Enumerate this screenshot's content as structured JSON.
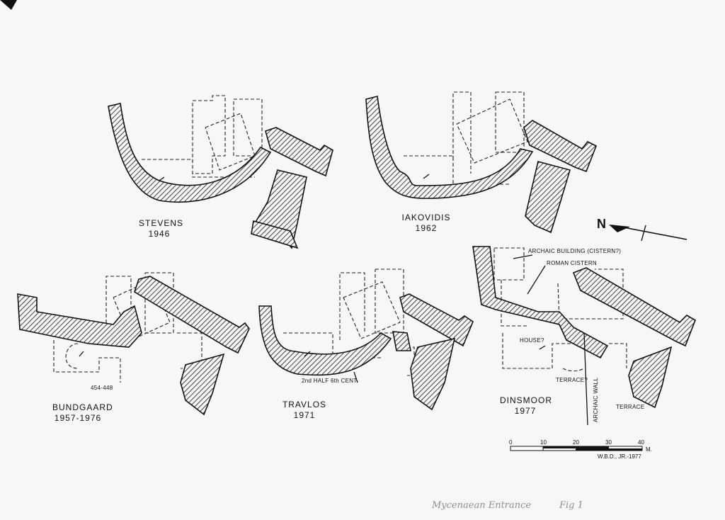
{
  "plans": [
    {
      "name": "STEVENS",
      "year": "1946"
    },
    {
      "name": "IAKOVIDIS",
      "year": "1962"
    },
    {
      "name": "BUNDGAARD",
      "year": "1957-1976"
    },
    {
      "name": "TRAVLOS",
      "year": "1971"
    },
    {
      "name": "DINSMOOR",
      "year": "1977"
    }
  ],
  "annotations": {
    "archaic_building": "ARCHAIC BUILDING (CISTERN?)",
    "roman_cistern": "ROMAN CISTERN",
    "house": "HOUSE?",
    "terrace_q": "TERRACE?",
    "archaic_wall": "ARCHAIC WALL",
    "terrace": "TERRACE",
    "bundgaard_date": "454-448",
    "travlos_note": "2nd HALF 6th CENT."
  },
  "north_arrow": {
    "label": "N"
  },
  "scale_bar": {
    "ticks": [
      "0",
      "10",
      "20",
      "30",
      "40"
    ],
    "unit": "M.",
    "credit": "W.B.D., JR.-1977"
  },
  "handwriting": {
    "caption": "Mycenaean Entrance",
    "figure": "Fig 1"
  }
}
